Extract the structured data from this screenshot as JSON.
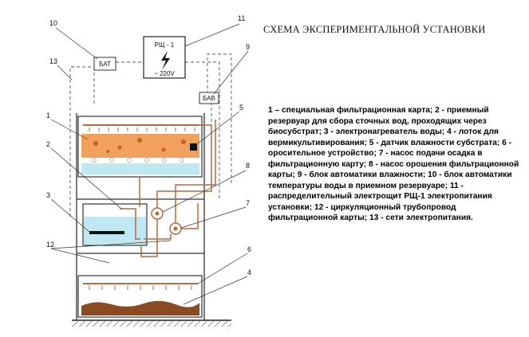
{
  "title": "СХЕМА ЭКСПЕРИМЕНТАЛЬНОЙ УСТАНОВКИ",
  "panel": {
    "code": "РЩ - 1",
    "voltage": "~ 220V"
  },
  "blocks": {
    "bat": "БАТ",
    "bav": "БАВ"
  },
  "callouts": {
    "n1": "1",
    "n2": "2",
    "n3": "3",
    "n4": "4",
    "n5": "5",
    "n6": "6",
    "n7": "7",
    "n8": "8",
    "n9": "9",
    "n10": "10",
    "n11": "11",
    "n12": "12",
    "n13": "13"
  },
  "legend_text": "1 – специальная фильтрационная карта;  2 - приемный резервуар  для сбора сточных вод, проходящих через биосубстрат;  3 - электронагреватель воды;  4 - лоток для вермикультивирования; 5 - датчик влажности субстрата; 6 - оросительное устройство;  7 - насос подачи осадка в фильтрационную карту;  8 - насос орошения фильтрационной карты;  9 - блок автоматики влажности;  10 - блок автоматики температуры воды в приемном резервуаре; 11 - распределительный электрощит РЩ-1 электропитания установки;  12 - циркуляционный трубопровод фильтрационной карты;  13 - сети электропитания.",
  "colors": {
    "pipe": "#b8683a",
    "soil": "#f2a15c",
    "soil_dark": "#c0622a",
    "water": "#bfe8f2",
    "compost": "#8a4a22",
    "frame": "#333333"
  }
}
